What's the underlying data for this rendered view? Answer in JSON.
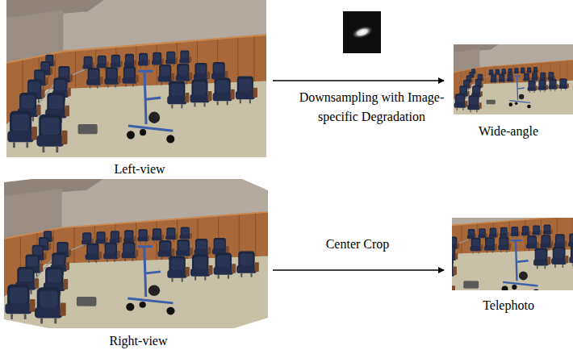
{
  "diagram": {
    "nodes": [
      {
        "text": [
          "Left-view"
        ]
      },
      {
        "text": [
          "Wide-angle"
        ]
      },
      {
        "text": [
          "Right-view"
        ]
      },
      {
        "text": [
          "Telephoto"
        ]
      }
    ],
    "edges": [
      {
        "from": 0,
        "to": 1,
        "arrow": "to",
        "label": "Downsampling with Image-specific Degradation"
      },
      {
        "from": 2,
        "to": 3,
        "arrow": "to",
        "label": "Center Crop"
      }
    ]
  }
}
